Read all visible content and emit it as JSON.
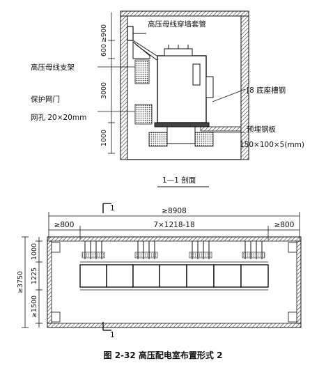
{
  "labels": {
    "busbar_sleeve": "高压母线穿墙套管",
    "busbar_bracket": "高压母线支架",
    "guard_net_door": "保护网门",
    "mesh_size": "网孔 20×20mm",
    "channel_steel": "[8 底座槽钢",
    "embedded_plate": "预埋钢板",
    "plate_size": "150×100×5(mm)"
  },
  "section_title": "1—1 剖面",
  "dims_section": [
    "≥900",
    "600",
    "3000",
    "1000"
  ],
  "dims_plan": {
    "total_length": "≥8908",
    "left_clear": "≥800",
    "right_clear": "≥800",
    "units": "7×1218-18",
    "depth_total": "≥3750",
    "depth_a": "1000",
    "depth_b": "1225",
    "depth_c": "≥1500"
  },
  "section_mark": "1",
  "caption": "图 2-32   高压配电室布置形式 2",
  "colors": {
    "ink": "#111111",
    "hatch": "#222222",
    "paper": "#ffffff"
  }
}
